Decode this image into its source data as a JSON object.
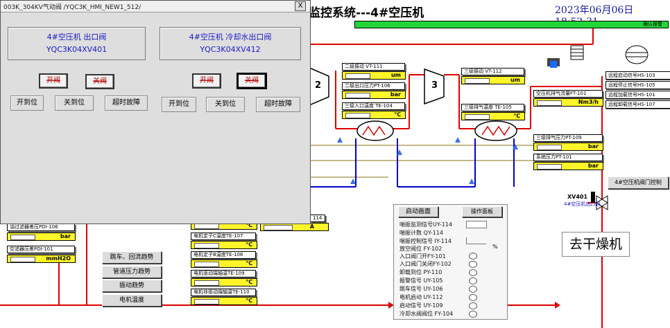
{
  "header": {
    "title": "监控系统---4#空压机",
    "datetime": "2023年06月06日18:52:31",
    "alarm_bar_label": "确认报警"
  },
  "popup": {
    "title": "003K_304KV气动阀  /YQC3K_HMI_NEW1_512/",
    "close_label": "X",
    "valve1": {
      "title": "4#空压机    出口阀",
      "tag": "YQC3K04XV401",
      "open_label": "开阀",
      "close_label": "关阀",
      "status": [
        "开到位",
        "关到位",
        "超时故障"
      ]
    },
    "valve2": {
      "title": "4#空压机 冷却水出口阀",
      "tag": "YQC3K04XV412",
      "open_label": "开阀",
      "close_label": "关阀",
      "status": [
        "开到位",
        "关到位",
        "超时故障"
      ]
    }
  },
  "stage_labels": [
    "2",
    "3"
  ],
  "gauges": {
    "vt111": {
      "label": "二级振动 VT-111",
      "unit": "um"
    },
    "pt106": {
      "label": "二级出口压力PT-106",
      "unit": "bar"
    },
    "te104": {
      "label": "三级入口温度 TE-104",
      "unit": "℃"
    },
    "vt112": {
      "label": "三级振动 VT-112",
      "unit": "um"
    },
    "te105": {
      "label": "三级排气温度 TE-105",
      "unit": "℃"
    },
    "ft101": {
      "label": "空压机排气流量FT-101",
      "unit": "Nm3/h"
    },
    "pt109": {
      "label": "三级排气压力PT-109",
      "unit": "bar"
    },
    "pt101": {
      "label": "系统压力PT-101",
      "unit": "bar"
    },
    "pdi106": {
      "label": "油过滤器差压PDI-106",
      "unit": "bar"
    },
    "pdi101": {
      "label": "空滤器压差PDI-101",
      "unit": "mmH2O"
    },
    "i114": {
      "label": "114",
      "unit": "A"
    }
  },
  "motor_temps": {
    "unit": "℃",
    "items": [
      "",
      "电机定子C温度TE-107",
      "电机定子B温度TE-108",
      "电机驱动端轴温TE-109",
      "电机非驱动端轴温TE-110"
    ]
  },
  "right_tags": [
    "远程启动信号HS-103",
    "远程停止信号HS-105",
    "远程加载信号HS-101",
    "远程卸载信号HS-107"
  ],
  "valve_ctrl_button": "4#空压机阀门控制",
  "xv401": {
    "tag": "XV401",
    "label": "4#空压机出口阀"
  },
  "dryer_label": "去干燥机",
  "left_buttons": [
    "跳车、回流趋势",
    "管道压力趋势",
    "振动趋势",
    "电机温度"
  ],
  "panel": {
    "start_button": "启动画面",
    "op_button": "操作面板",
    "pct_unit": "%",
    "rows": [
      "喘振监测信号UY-114",
      "喘振计数 QY-114",
      "喘振控制信号 IY-114",
      "放空阀位 FY-102",
      "入口阀门开FY-101",
      "入口阀门关闭FY-102",
      "卸载到位 PY-110",
      "报警信号 UY-105",
      "跳车信号 UY-106",
      "电机启动 UY-112",
      "启动信号 UY-109",
      "冷却水阀阀位 FY-104"
    ]
  },
  "colors": {
    "pipe_red": "#e00000",
    "pipe_blue": "#0000d0",
    "pipe_olive": "#b0a060",
    "gauge_yellow": "#fff52a",
    "alarm_green": "#22d63a"
  }
}
